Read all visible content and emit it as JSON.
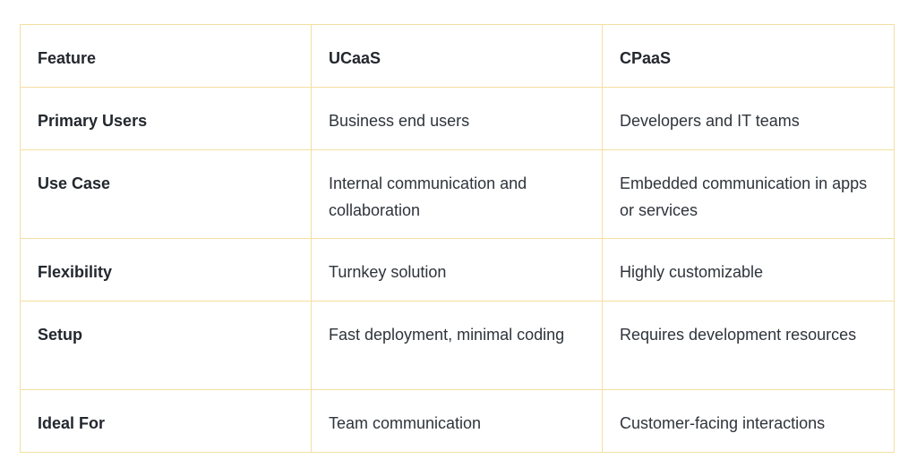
{
  "table": {
    "headers": [
      "Feature",
      "UCaaS",
      "CPaaS"
    ],
    "rows": [
      [
        "Primary Users",
        "Business end users",
        "Developers and IT teams"
      ],
      [
        "Use Case",
        "Internal communication and collaboration",
        "Embedded communication in apps or services"
      ],
      [
        "Flexibility",
        "Turnkey solution",
        "Highly customizable"
      ],
      [
        "Setup",
        "Fast deployment, minimal coding",
        "Requires development resources"
      ],
      [
        "Ideal For",
        "Team communication",
        "Customer-facing interactions"
      ]
    ]
  },
  "colors": {
    "border": "#f4dfa2",
    "text": "#2b2f36",
    "background": "#ffffff"
  }
}
